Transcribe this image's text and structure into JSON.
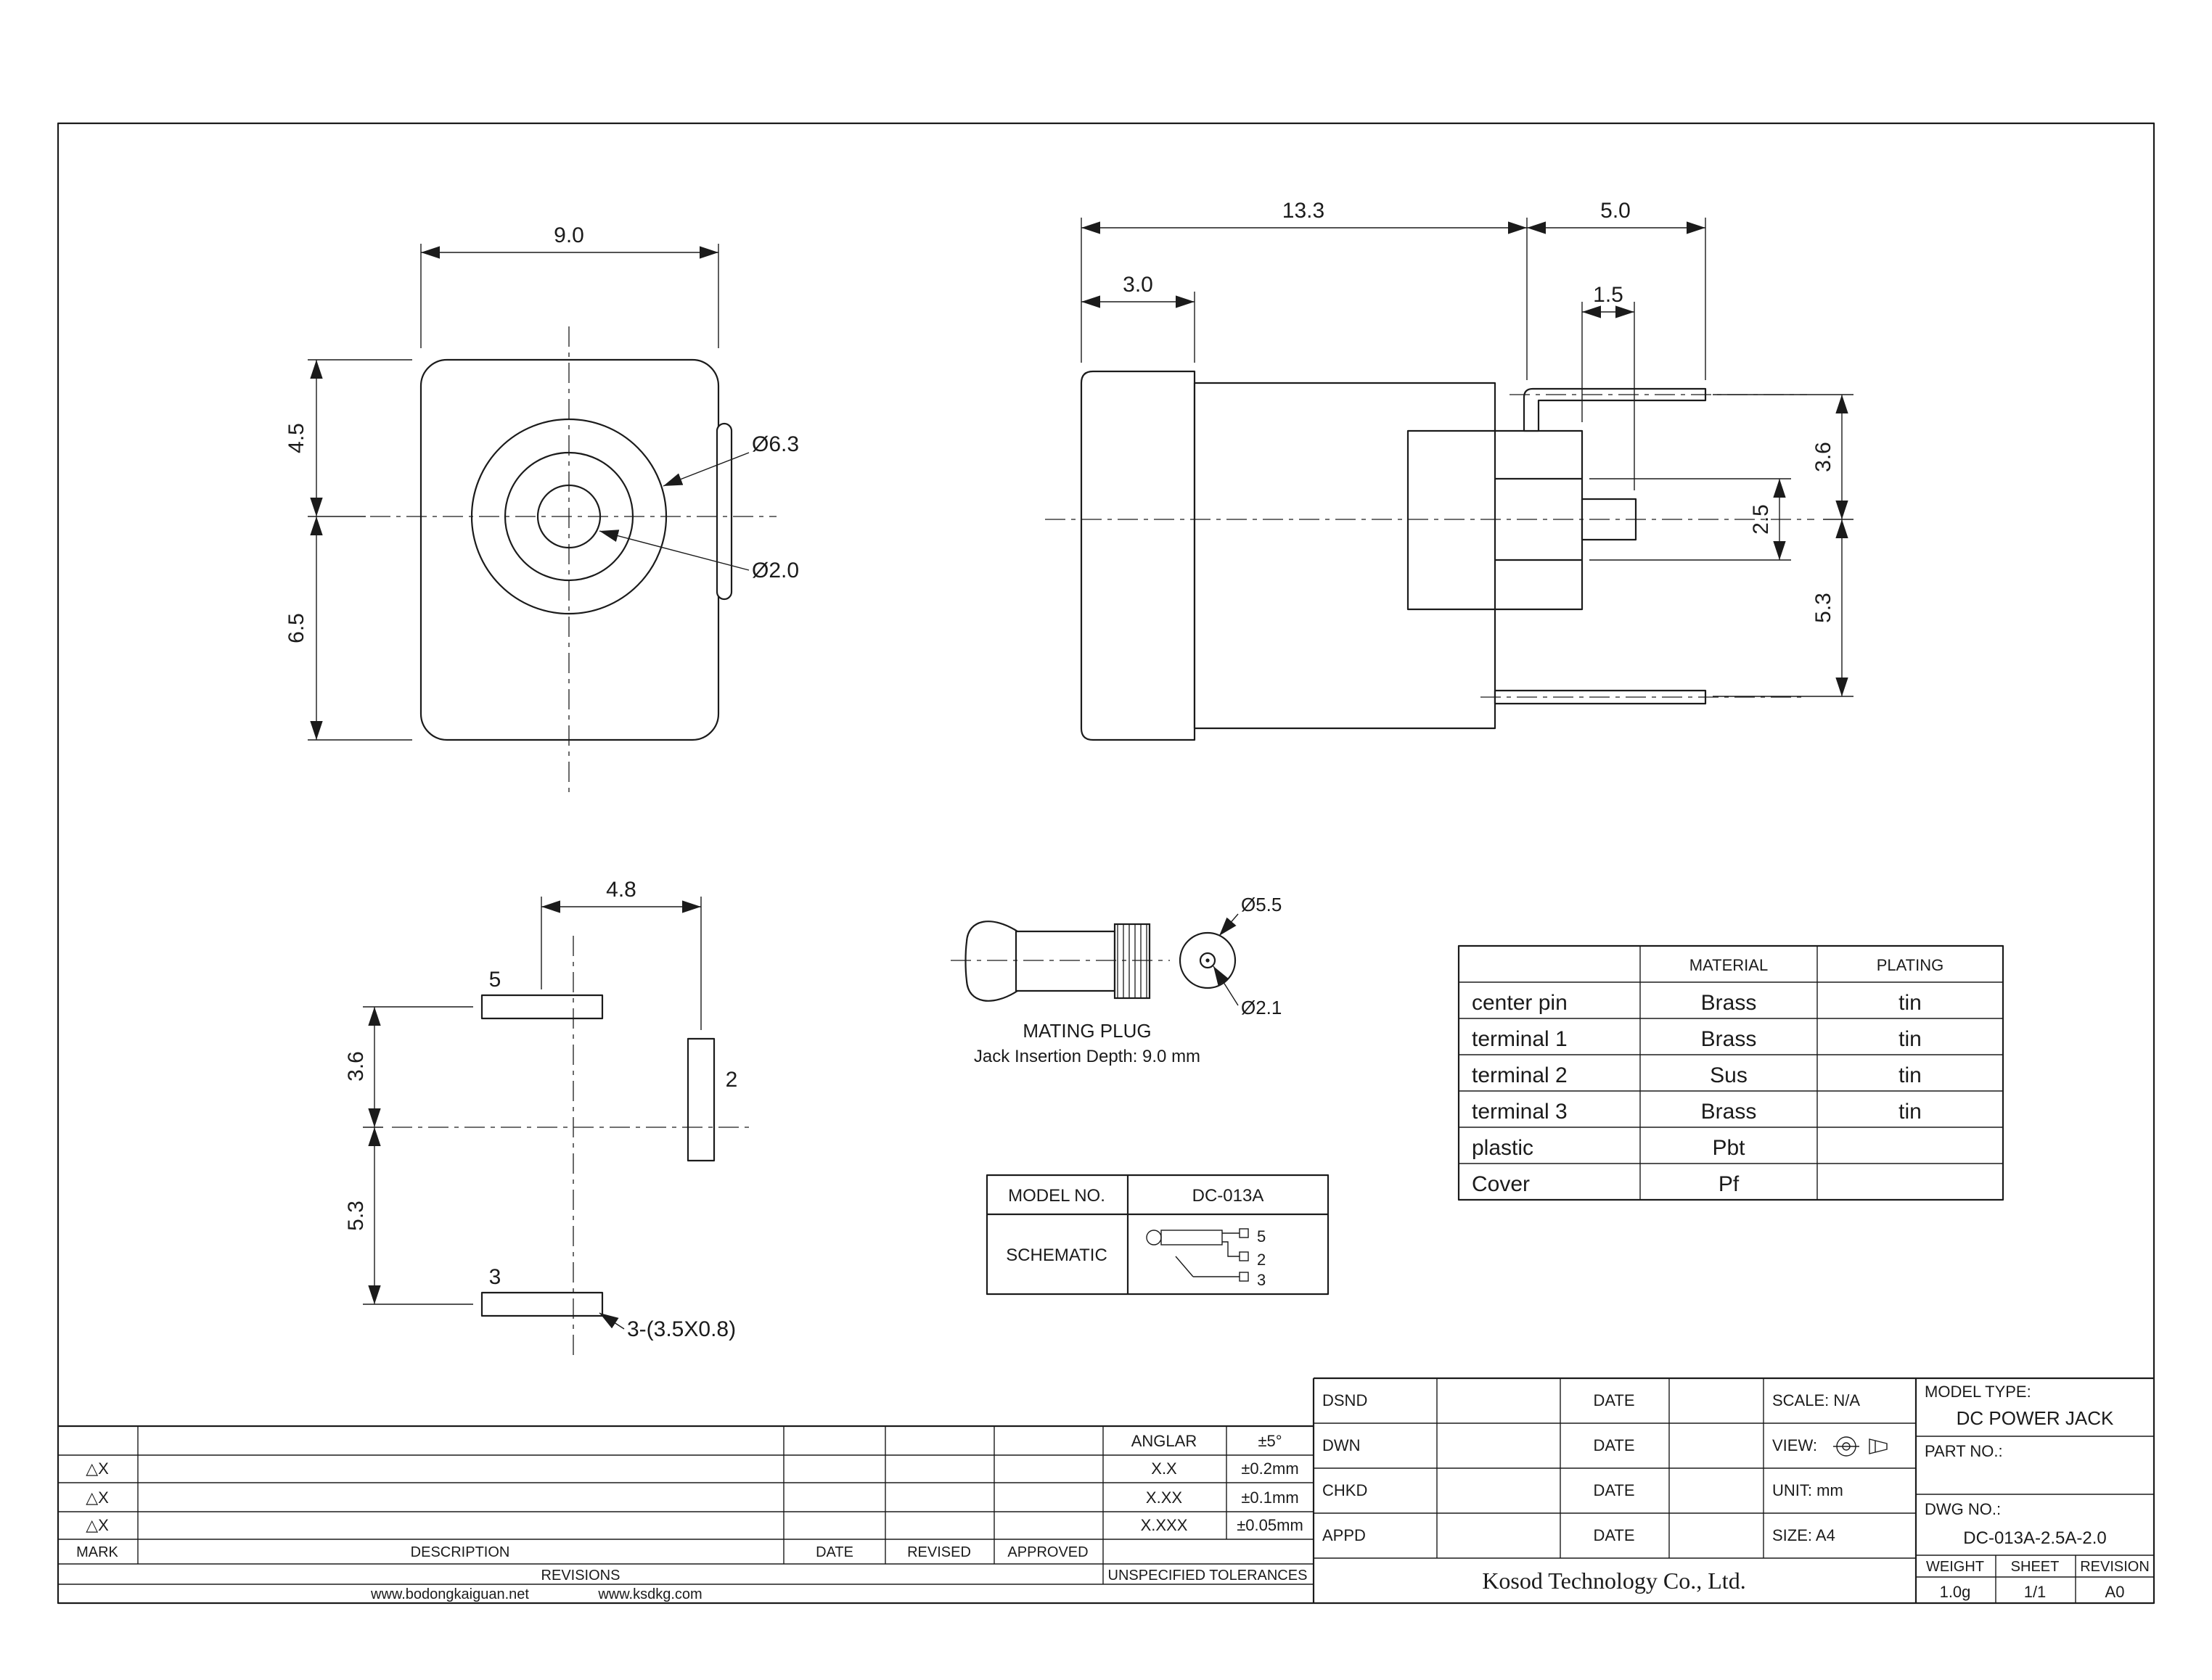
{
  "front_view": {
    "dim_width": "9.0",
    "dim_height_top": "4.5",
    "dim_height_bottom": "6.5",
    "dia_outer": "Ø6.3",
    "dia_inner": "Ø2.0"
  },
  "side_view": {
    "dim_body_length": "13.3",
    "dim_pin_length": "5.0",
    "dim_cover_width": "3.0",
    "dim_step": "1.5",
    "dim_top_offset": "3.6",
    "dim_terminal_width": "2.5",
    "dim_bottom_offset": "5.3"
  },
  "bottom_view": {
    "dim_pitch": "4.8",
    "dim_top_offset": "3.6",
    "dim_bottom_offset": "5.3",
    "pin5_label": "5",
    "pin2_label": "2",
    "pin3_label": "3",
    "slot_note": "3-(3.5X0.8)"
  },
  "mating_plug": {
    "title": "MATING PLUG",
    "note": "Jack Insertion Depth: 9.0 mm",
    "dia_outer": "Ø5.5",
    "dia_inner": "Ø2.1"
  },
  "schematic_table": {
    "model_label": "MODEL NO.",
    "model_value": "DC-013A",
    "schematic_label": "SCHEMATIC",
    "pin5": "5",
    "pin2": "2",
    "pin3": "3"
  },
  "materials_table": {
    "col_material": "MATERIAL",
    "col_plating": "PLATING",
    "rows": [
      {
        "part": "center pin",
        "material": "Brass",
        "plating": "tin"
      },
      {
        "part": "terminal 1",
        "material": "Brass",
        "plating": "tin"
      },
      {
        "part": "terminal 2",
        "material": "Sus",
        "plating": "tin"
      },
      {
        "part": "terminal 3",
        "material": "Brass",
        "plating": "tin"
      },
      {
        "part": "plastic",
        "material": "Pbt",
        "plating": ""
      },
      {
        "part": "Cover",
        "material": "Pf",
        "plating": ""
      }
    ]
  },
  "title_block": {
    "tolerances": {
      "anglar_label": "ANGLAR",
      "anglar_value": "±5°",
      "x1_label": "X.X",
      "x1_value": "±0.2mm",
      "x2_label": "X.XX",
      "x2_value": "±0.1mm",
      "x3_label": "X.XXX",
      "x3_value": "±0.05mm",
      "unspecified": "UNSPECIFIED TOLERANCES"
    },
    "revisions": {
      "mark": "MARK",
      "description": "DESCRIPTION",
      "date": "DATE",
      "revised": "REVISED",
      "approved": "APPROVED",
      "title": "REVISIONS",
      "delta": "△X"
    },
    "urls": {
      "url1": "www.bodongkaiguan.net",
      "url2": "www.ksdkg.com"
    },
    "signoff": {
      "dsnd": "DSND",
      "dwn": "DWN",
      "chkd": "CHKD",
      "appd": "APPD",
      "date_label": "DATE"
    },
    "meta": {
      "scale": "SCALE: N/A",
      "view": "VIEW:",
      "unit": "UNIT: mm",
      "size": "SIZE: A4"
    },
    "company": "Kosod Technology Co., Ltd.",
    "product": {
      "model_type_label": "MODEL TYPE:",
      "model_type": "DC POWER JACK",
      "part_no_label": "PART NO.:",
      "dwg_no_label": "DWG NO.:",
      "dwg_no": "DC-013A-2.5A-2.0",
      "weight_label": "WEIGHT",
      "weight_value": "1.0g",
      "sheet_label": "SHEET",
      "sheet_value": "1/1",
      "revision_label": "REVISION",
      "revision_value": "A0"
    }
  }
}
